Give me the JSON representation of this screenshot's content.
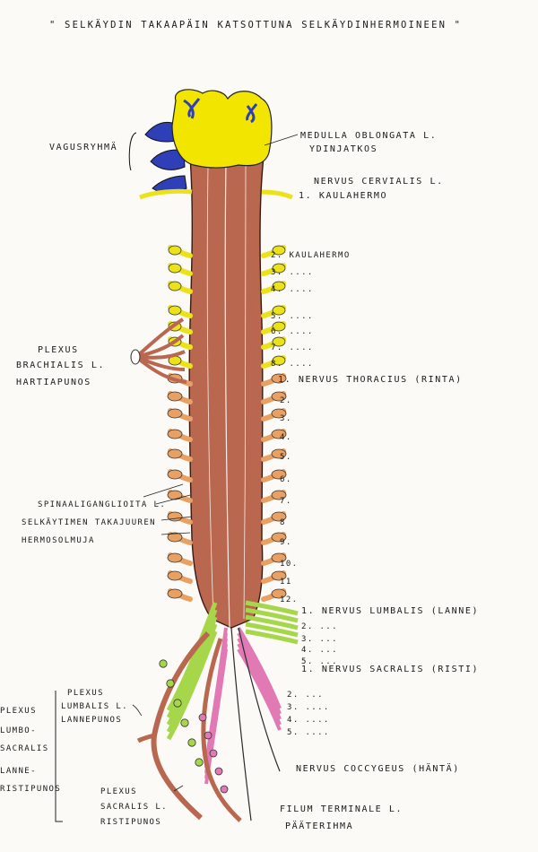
{
  "title": "\" SELKÄYDIN TAKAAPÄIN KATSOTTUNA SELKÄYDINHERMOINEEN \"",
  "colors": {
    "cord": "#b9674f",
    "cord_outline": "#3a1a10",
    "medulla": "#f2e600",
    "vagus": "#2f3fb8",
    "cervical": "#ece21a",
    "thoracic": "#e8a063",
    "lumbar": "#a6d64a",
    "sacral": "#e17ab4",
    "paper": "#fbfaf6"
  },
  "labels": {
    "vagus": "VAGUSRYHMÄ",
    "medulla_1": "MEDULLA OBLONGATA L.",
    "medulla_2": "YDINJATKOS",
    "cervical_1": "NERVUS CERVIALIS L.",
    "cervical_2": "1. KAULAHERMO",
    "brachial_1": "PLEXUS",
    "brachial_2": "BRACHIALIS L.",
    "brachial_3": "HARTIAPUNOS",
    "thoracic": "1. NERVUS THORACIUS (RINTA)",
    "ganglia": "SPINAALIGANGLIOITA L.",
    "root_1": "SELKÄYTIMEN TAKAJUUREN",
    "root_2": "HERMOSOLMUJA",
    "lumbar": "1. NERVUS LUMBALIS (LANNE)",
    "sacral": "1. NERVUS SACRALIS (RISTI)",
    "lumbar_plexus_1": "PLEXUS",
    "lumbar_plexus_2": "LUMBALIS L.",
    "lumbar_plexus_3": "LANNEPUNOS",
    "lumbosacral_1": "PLEXUS",
    "lumbosacral_2": "LUMBO-",
    "lumbosacral_3": "SACRALIS",
    "lumbosacral_4": "LANNE-",
    "lumbosacral_5": "RISTIPUNOS",
    "sacral_plexus_1": "PLEXUS",
    "sacral_plexus_2": "SACRALIS L.",
    "sacral_plexus_3": "RISTIPUNOS",
    "coccygeus": "NERVUS COCCYGEUS (HÄNTÄ)",
    "filum_1": "FILUM TERMINALE L.",
    "filum_2": "PÄÄTERIHMA"
  },
  "cervical_numbers": [
    "2. KAULAHERMO",
    "3. ....",
    "4. ....",
    "5. ....",
    "6. ....",
    "7. ....",
    "8. ...."
  ],
  "thoracic_numbers": [
    "2.",
    "3.",
    "4.",
    "5.",
    "6.",
    "7.",
    "8",
    "9.",
    "10.",
    "11",
    "12."
  ],
  "lumbar_numbers": [
    "2. ...",
    "3. ...",
    "4. ...",
    "5. ..."
  ],
  "sacral_numbers": [
    "2. ...",
    "3. ....",
    "4. ....",
    "5. ...."
  ]
}
